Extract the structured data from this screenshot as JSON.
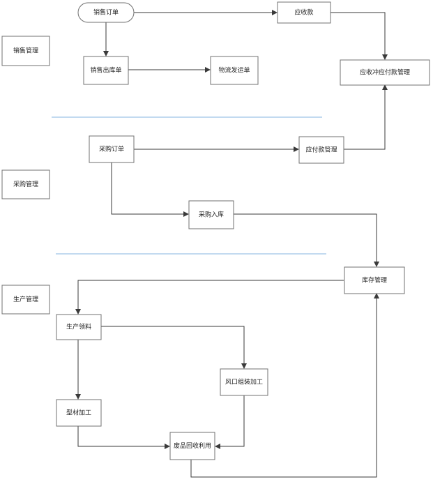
{
  "diagram": {
    "sections": [
      {
        "id": "sales",
        "label": "销售管理"
      },
      {
        "id": "purchase",
        "label": "采购管理"
      },
      {
        "id": "production",
        "label": "生产管理"
      }
    ],
    "nodes": [
      {
        "id": "sales_order",
        "label": "销售订单",
        "shape": "rounded"
      },
      {
        "id": "receivable",
        "label": "应收款"
      },
      {
        "id": "sales_outbound",
        "label": "销售出库单"
      },
      {
        "id": "logistics",
        "label": "物流发运单"
      },
      {
        "id": "offset",
        "label": "应收冲应付款管理"
      },
      {
        "id": "purchase_order",
        "label": "采购订单"
      },
      {
        "id": "payable",
        "label": "应付款管理"
      },
      {
        "id": "purchase_inbound",
        "label": "采购入库"
      },
      {
        "id": "inventory",
        "label": "库存管理"
      },
      {
        "id": "material_pick",
        "label": "生产领料"
      },
      {
        "id": "duct_assembly",
        "label": "风口组装加工"
      },
      {
        "id": "profile_process",
        "label": "型材加工"
      },
      {
        "id": "scrap_recycle",
        "label": "废品回收利用"
      }
    ],
    "edges": [
      {
        "from": "sales_order",
        "to": "receivable"
      },
      {
        "from": "sales_order",
        "to": "sales_outbound"
      },
      {
        "from": "sales_outbound",
        "to": "logistics"
      },
      {
        "from": "receivable",
        "to": "offset"
      },
      {
        "from": "purchase_order",
        "to": "payable"
      },
      {
        "from": "payable",
        "to": "offset"
      },
      {
        "from": "purchase_order",
        "to": "purchase_inbound"
      },
      {
        "from": "purchase_inbound",
        "to": "inventory"
      },
      {
        "from": "inventory",
        "to": "material_pick"
      },
      {
        "from": "material_pick",
        "to": "duct_assembly"
      },
      {
        "from": "material_pick",
        "to": "profile_process"
      },
      {
        "from": "profile_process",
        "to": "scrap_recycle"
      },
      {
        "from": "duct_assembly",
        "to": "scrap_recycle"
      },
      {
        "from": "scrap_recycle",
        "to": "inventory"
      }
    ]
  }
}
